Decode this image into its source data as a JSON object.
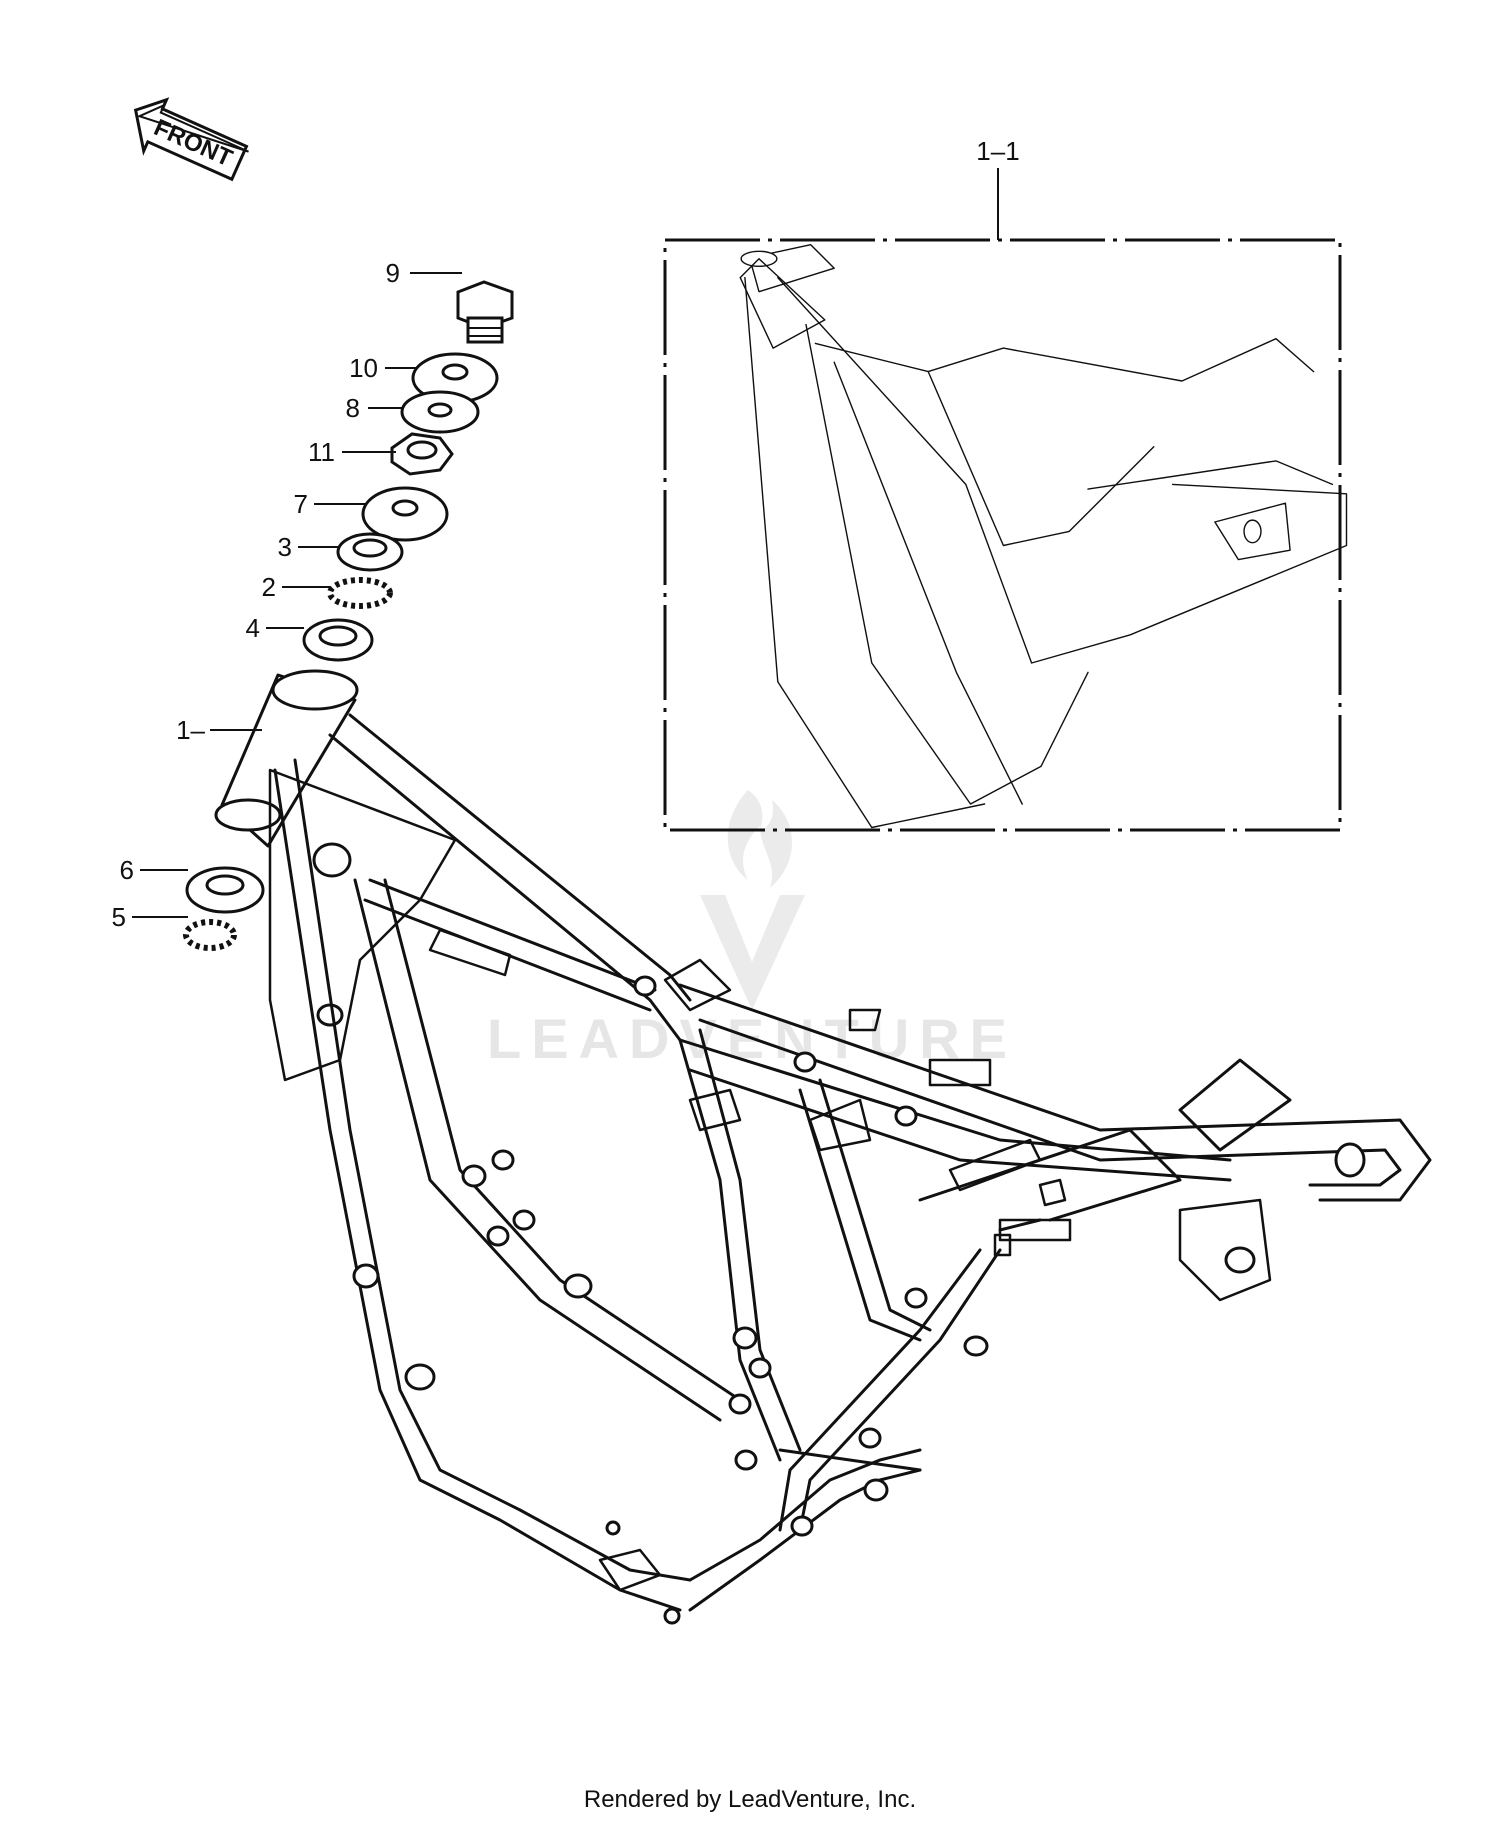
{
  "front_arrow": {
    "label": "FRONT",
    "icon": "front-arrow-icon"
  },
  "callouts": [
    {
      "id": "9",
      "label": "9"
    },
    {
      "id": "10",
      "label": "10"
    },
    {
      "id": "8",
      "label": "8"
    },
    {
      "id": "11",
      "label": "11"
    },
    {
      "id": "7",
      "label": "7"
    },
    {
      "id": "3",
      "label": "3"
    },
    {
      "id": "2",
      "label": "2"
    },
    {
      "id": "4",
      "label": "4"
    },
    {
      "id": "1",
      "label": "1–"
    },
    {
      "id": "6",
      "label": "6"
    },
    {
      "id": "5",
      "label": "5"
    }
  ],
  "inset": {
    "label": "1–1"
  },
  "watermark": {
    "text": "LEADVENTURE",
    "icon": "leadventure-flame-logo-icon"
  },
  "footer": {
    "text": "Rendered by LeadVenture, Inc."
  }
}
